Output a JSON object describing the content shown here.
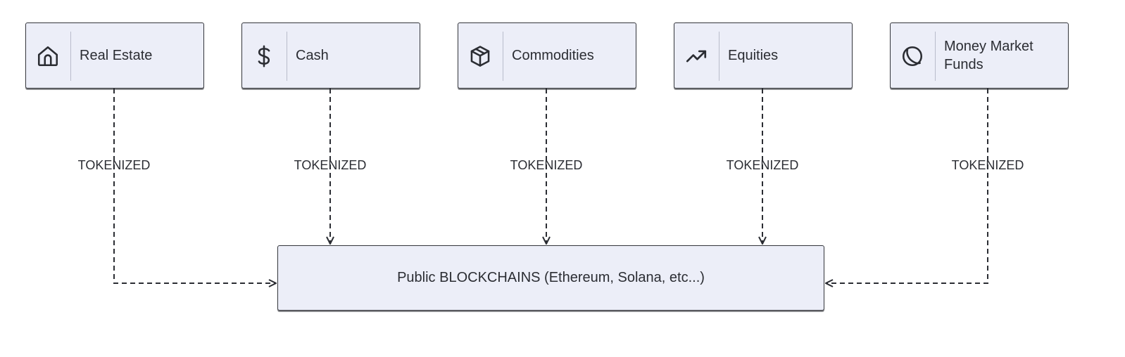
{
  "nodes": [
    {
      "label": "Real Estate",
      "icon": "house-icon"
    },
    {
      "label": "Cash",
      "icon": "dollar-icon"
    },
    {
      "label": "Commodities",
      "icon": "box-icon"
    },
    {
      "label": "Equities",
      "icon": "trending-up-icon"
    },
    {
      "label": "Money Market Funds",
      "icon": "circle-icon"
    }
  ],
  "edges": [
    {
      "from": "Real Estate",
      "to": "Public BLOCKCHAINS (Ethereum, Solana, etc...)",
      "label": "TOKENIZED"
    },
    {
      "from": "Cash",
      "to": "Public BLOCKCHAINS (Ethereum, Solana, etc...)",
      "label": "TOKENIZED"
    },
    {
      "from": "Commodities",
      "to": "Public BLOCKCHAINS (Ethereum, Solana, etc...)",
      "label": "TOKENIZED"
    },
    {
      "from": "Equities",
      "to": "Public BLOCKCHAINS (Ethereum, Solana, etc...)",
      "label": "TOKENIZED"
    },
    {
      "from": "Money Market Funds",
      "to": "Public BLOCKCHAINS (Ethereum, Solana, etc...)",
      "label": "TOKENIZED"
    }
  ],
  "target": {
    "label": "Public BLOCKCHAINS (Ethereum, Solana, etc...)"
  },
  "colors": {
    "node_fill": "#eceef8",
    "stroke": "#33353b",
    "text": "#2b2d33"
  }
}
